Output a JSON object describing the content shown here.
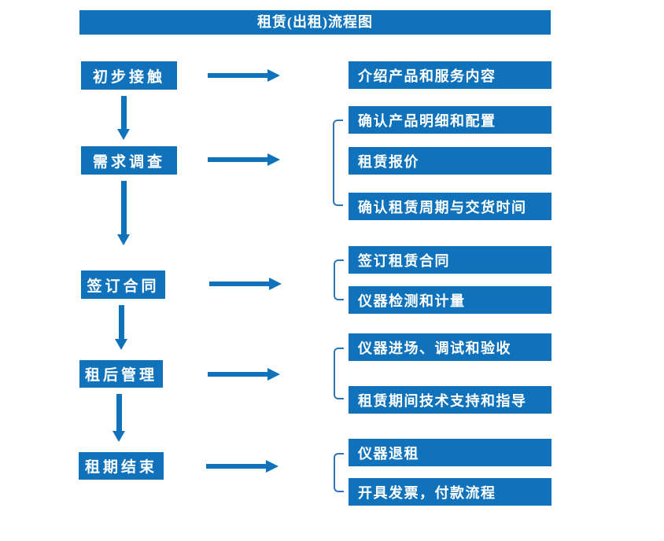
{
  "title": "租赁(出租)流程图",
  "colors": {
    "primary_blue": "#0F72BA",
    "bracket_blue": "#2E75B6",
    "text_white": "#FFFFFF"
  },
  "left_steps": [
    {
      "label": "初步接触"
    },
    {
      "label": "需求调查"
    },
    {
      "label": "签订合同"
    },
    {
      "label": "租后管理"
    },
    {
      "label": "租期结束"
    }
  ],
  "right_items": [
    {
      "label": "介绍产品和服务内容"
    },
    {
      "label": "确认产品明细和配置"
    },
    {
      "label": "租赁报价"
    },
    {
      "label": "确认租赁周期与交货时间"
    },
    {
      "label": "签订租赁合同"
    },
    {
      "label": "仪器检测和计量"
    },
    {
      "label": "仪器进场、调试和验收"
    },
    {
      "label": "租赁期间技术支持和指导"
    },
    {
      "label": "仪器退租"
    },
    {
      "label": "开具发票，付款流程"
    }
  ]
}
